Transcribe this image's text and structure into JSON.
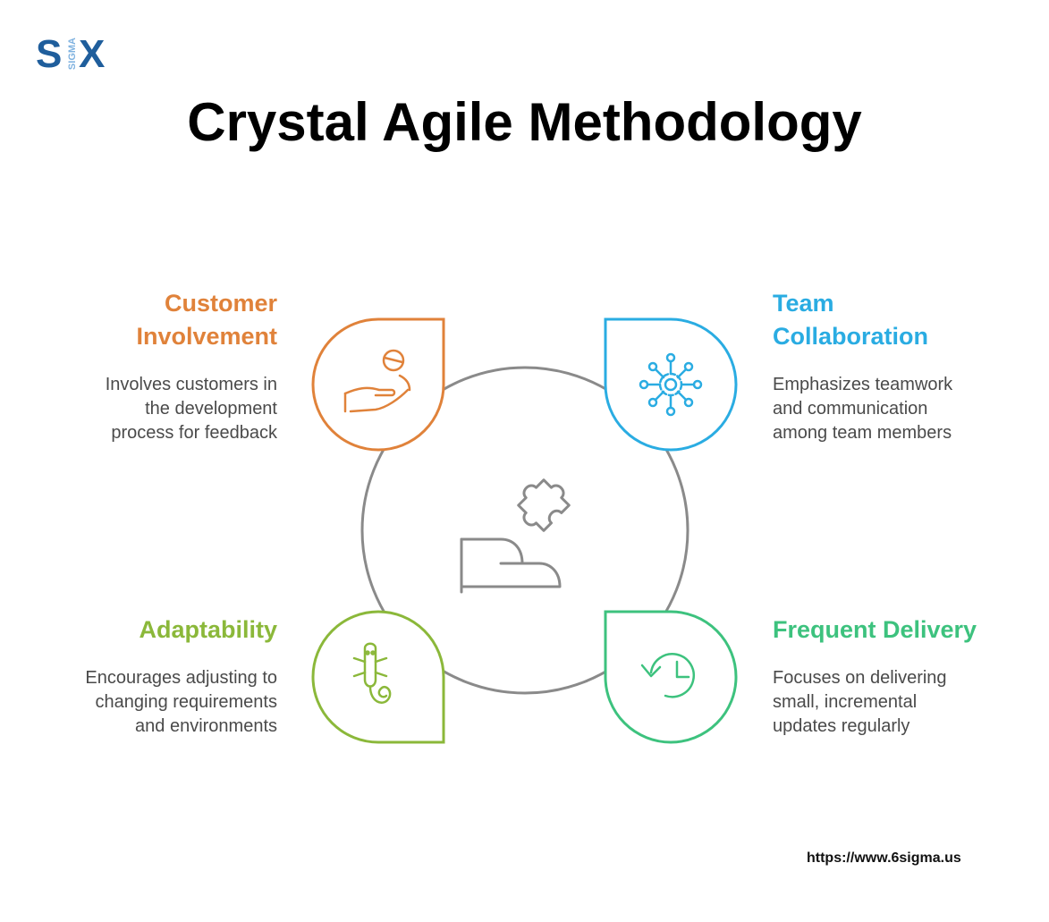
{
  "logo": {
    "main": "S",
    "sub": "SIGMA",
    "mark": "X"
  },
  "title": "Crystal Agile Methodology",
  "colors": {
    "customer": "#E0823A",
    "team": "#2AACE2",
    "adapt": "#8BB83A",
    "delivery": "#3DC27E",
    "ring": "#8a8a8a"
  },
  "quadrants": {
    "customer": {
      "heading_line1": "Customer",
      "heading_line2": "Involvement",
      "desc_line1": "Involves customers in",
      "desc_line2": "the development",
      "desc_line3": "process for feedback",
      "icon": "hand-with-person-icon"
    },
    "team": {
      "heading_line1": "Team",
      "heading_line2": "Collaboration",
      "desc_line1": "Emphasizes teamwork",
      "desc_line2": "and communication",
      "desc_line3": "among team members",
      "icon": "network-gear-icon"
    },
    "adapt": {
      "heading_line1": "Adaptability",
      "desc_line1": "Encourages adjusting to",
      "desc_line2": "changing requirements",
      "desc_line3": "and environments",
      "icon": "chameleon-icon"
    },
    "delivery": {
      "heading_line1": "Frequent Delivery",
      "desc_line1": "Focuses on delivering",
      "desc_line2": "small, incremental",
      "desc_line3": "updates regularly",
      "icon": "clock-rewind-icon"
    }
  },
  "center_icon": "hand-puzzle-icon",
  "url": "https://www.6sigma.us"
}
